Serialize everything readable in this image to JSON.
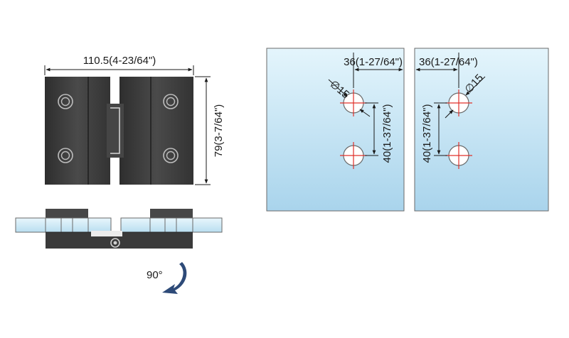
{
  "hinge_front": {
    "width_dim": "110.5(4-23/64\")",
    "height_dim": "79(3-7/64\")"
  },
  "rotation": {
    "angle_label": "90°"
  },
  "glass_left": {
    "width_dim": "36(1-27/64\")",
    "hole_dim": "∅15",
    "spacing_dim": "40(1-37/64\")"
  },
  "glass_right": {
    "width_dim": "36(1-27/64\")",
    "hole_dim": "∅15",
    "spacing_dim": "40(1-37/64\")"
  },
  "colors": {
    "metal": "#3c3c3c",
    "glass": "#cfeaf6",
    "hole_line": "#e0302a"
  }
}
